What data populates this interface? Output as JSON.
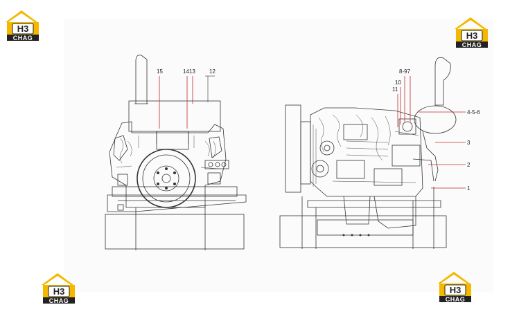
{
  "logo": {
    "mark": "H3",
    "brand": "CHAG",
    "accent": "#f5b800"
  },
  "callouts": {
    "c15": "15",
    "c1413": "1413",
    "c12": "12",
    "c897": "8-97",
    "c10": "10",
    "c11": "11",
    "c456": "4-5-6",
    "c3": "3",
    "c2": "2",
    "c1": "1"
  },
  "colors": {
    "line": "#333333",
    "leader": "#c2272d",
    "sheet": "#fbfbfb"
  }
}
